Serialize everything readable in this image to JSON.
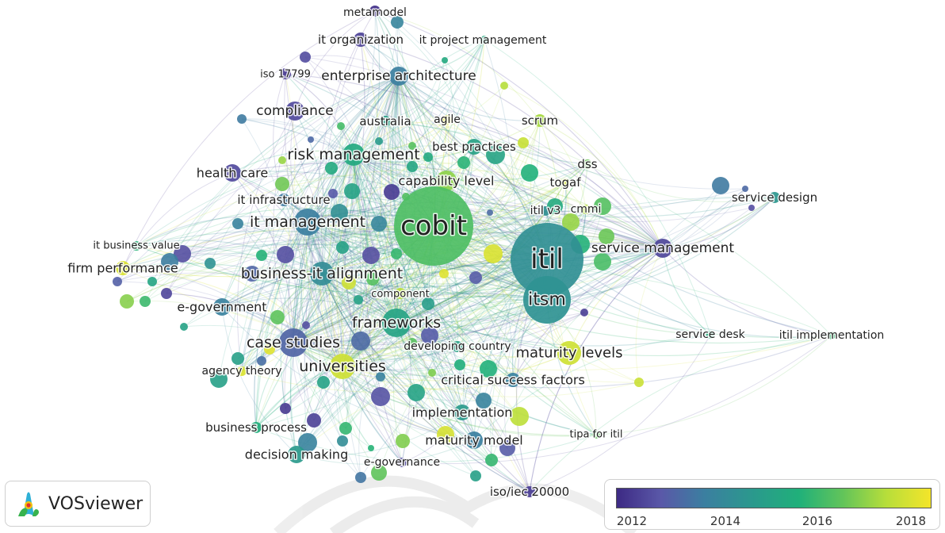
{
  "app": {
    "name": "VOSviewer"
  },
  "legend": {
    "ticks": [
      "2012",
      "2014",
      "2016",
      "2018"
    ],
    "min": 2011.7,
    "max": 2018.6
  },
  "nodes": [
    {
      "label": "metamodel",
      "year": 2011.8
    },
    {
      "label": "it organization",
      "year": 2012.2
    },
    {
      "label": "it project management",
      "year": 2015.2
    },
    {
      "label": "iso 17799",
      "year": 2012.0
    },
    {
      "label": "enterprise architecture",
      "year": 2013.6
    },
    {
      "label": "compliance",
      "year": 2012.4
    },
    {
      "label": "australia",
      "year": 2014.8
    },
    {
      "label": "agile",
      "year": 2018.2
    },
    {
      "label": "scrum",
      "year": 2017.3
    },
    {
      "label": "best practices",
      "year": 2014.9
    },
    {
      "label": "risk management",
      "year": 2015.2
    },
    {
      "label": "health care",
      "year": 2012.4
    },
    {
      "label": "capability level",
      "year": 2017.0
    },
    {
      "label": "dss",
      "year": 2016.6
    },
    {
      "label": "togaf",
      "year": 2018.0
    },
    {
      "label": "it infrastructure",
      "year": 2013.5
    },
    {
      "label": "itil v3",
      "year": 2014.2
    },
    {
      "label": "cmmi",
      "year": 2017.5
    },
    {
      "label": "service design",
      "year": 2014.5
    },
    {
      "label": "cobit",
      "year": 2016.2
    },
    {
      "label": "it management",
      "year": 2013.6
    },
    {
      "label": "it business value",
      "year": 2015.6
    },
    {
      "label": "service management",
      "year": 2012.3
    },
    {
      "label": "itil",
      "year": 2014.2
    },
    {
      "label": "firm performance",
      "year": 2018.1
    },
    {
      "label": "business-it alignment",
      "year": 2014.1
    },
    {
      "label": "component",
      "year": 2017.5
    },
    {
      "label": "itsm",
      "year": 2014.3
    },
    {
      "label": "e-government",
      "year": 2013.7
    },
    {
      "label": "frameworks",
      "year": 2015.0
    },
    {
      "label": "service desk",
      "year": 2015.5
    },
    {
      "label": "itil implementation",
      "year": 2015.8
    },
    {
      "label": "case studies",
      "year": 2013.0
    },
    {
      "label": "developing country",
      "year": 2014.9
    },
    {
      "label": "maturity levels",
      "year": 2017.9
    },
    {
      "label": "agency theory",
      "year": 2018.1
    },
    {
      "label": "universities",
      "year": 2017.9
    },
    {
      "label": "critical success factors",
      "year": 2013.7
    },
    {
      "label": "implementation",
      "year": 2014.6
    },
    {
      "label": "business process",
      "year": 2015.4
    },
    {
      "label": "tipa for itil",
      "year": 2016.5
    },
    {
      "label": "maturity model",
      "year": 2013.6
    },
    {
      "label": "decision making",
      "year": 2014.6
    },
    {
      "label": "e-governance",
      "year": 2012.4
    },
    {
      "label": "iso/iec 20000",
      "year": 2012.1
    }
  ]
}
